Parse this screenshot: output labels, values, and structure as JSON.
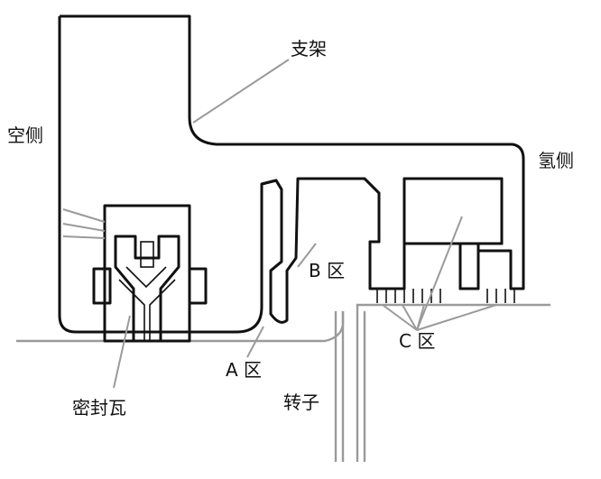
{
  "labels": {
    "air_side": "空侧",
    "bracket": "支架",
    "hydrogen_side": "氢侧",
    "zone_b": "B 区",
    "zone_a": "A 区",
    "zone_c": "C 区",
    "seal_shoe": "密封瓦",
    "rotor": "转子"
  }
}
